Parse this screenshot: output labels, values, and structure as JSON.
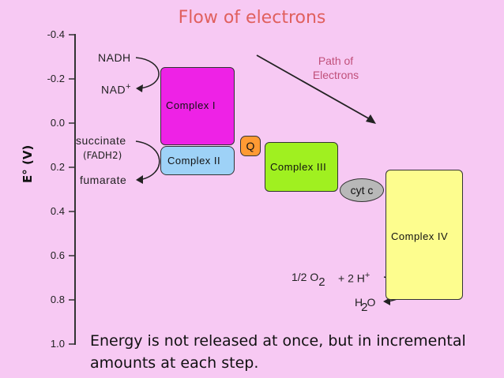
{
  "title": "Flow of electrons",
  "axis": {
    "label": "E° (V)",
    "ticks": [
      "-0.4",
      "-0.2",
      "0.0",
      "0.2",
      "0.4",
      "0.6",
      "0.8",
      "1.0"
    ]
  },
  "left_labels": {
    "nadh": "NADH",
    "nad": "NAD",
    "nad_sup": "+",
    "succinate": "succinate",
    "fadh2": "(FADH2)",
    "fumarate": "fumarate"
  },
  "complexes": {
    "complex1": "Complex I",
    "complex2": "Complex II",
    "q": "Q",
    "complex3": "Complex III",
    "cytc": "cyt c",
    "complex4": "Complex IV"
  },
  "path": {
    "line1": "Path of",
    "line2": "Electrons"
  },
  "reaction": {
    "o2_prefix": "1/2 O",
    "o2_sub": "2",
    "h_part": "+ 2 H",
    "h_sup": "+",
    "h2o_h": "H",
    "h2o_sub": "2",
    "h2o_o": "O"
  },
  "caption": {
    "line1": "Energy is not released at once, but in incremental",
    "line2": "amounts at each step."
  },
  "colors": {
    "background": "#f7c9f3",
    "complex1": "#ee22e6",
    "complex2": "#9ed2f7",
    "q": "#ff9a33",
    "complex3": "#a0f020",
    "cytc": "#b8b8b8",
    "complex4": "#fdfd8e",
    "title": "#e0605e",
    "path_text": "#c0507a"
  }
}
